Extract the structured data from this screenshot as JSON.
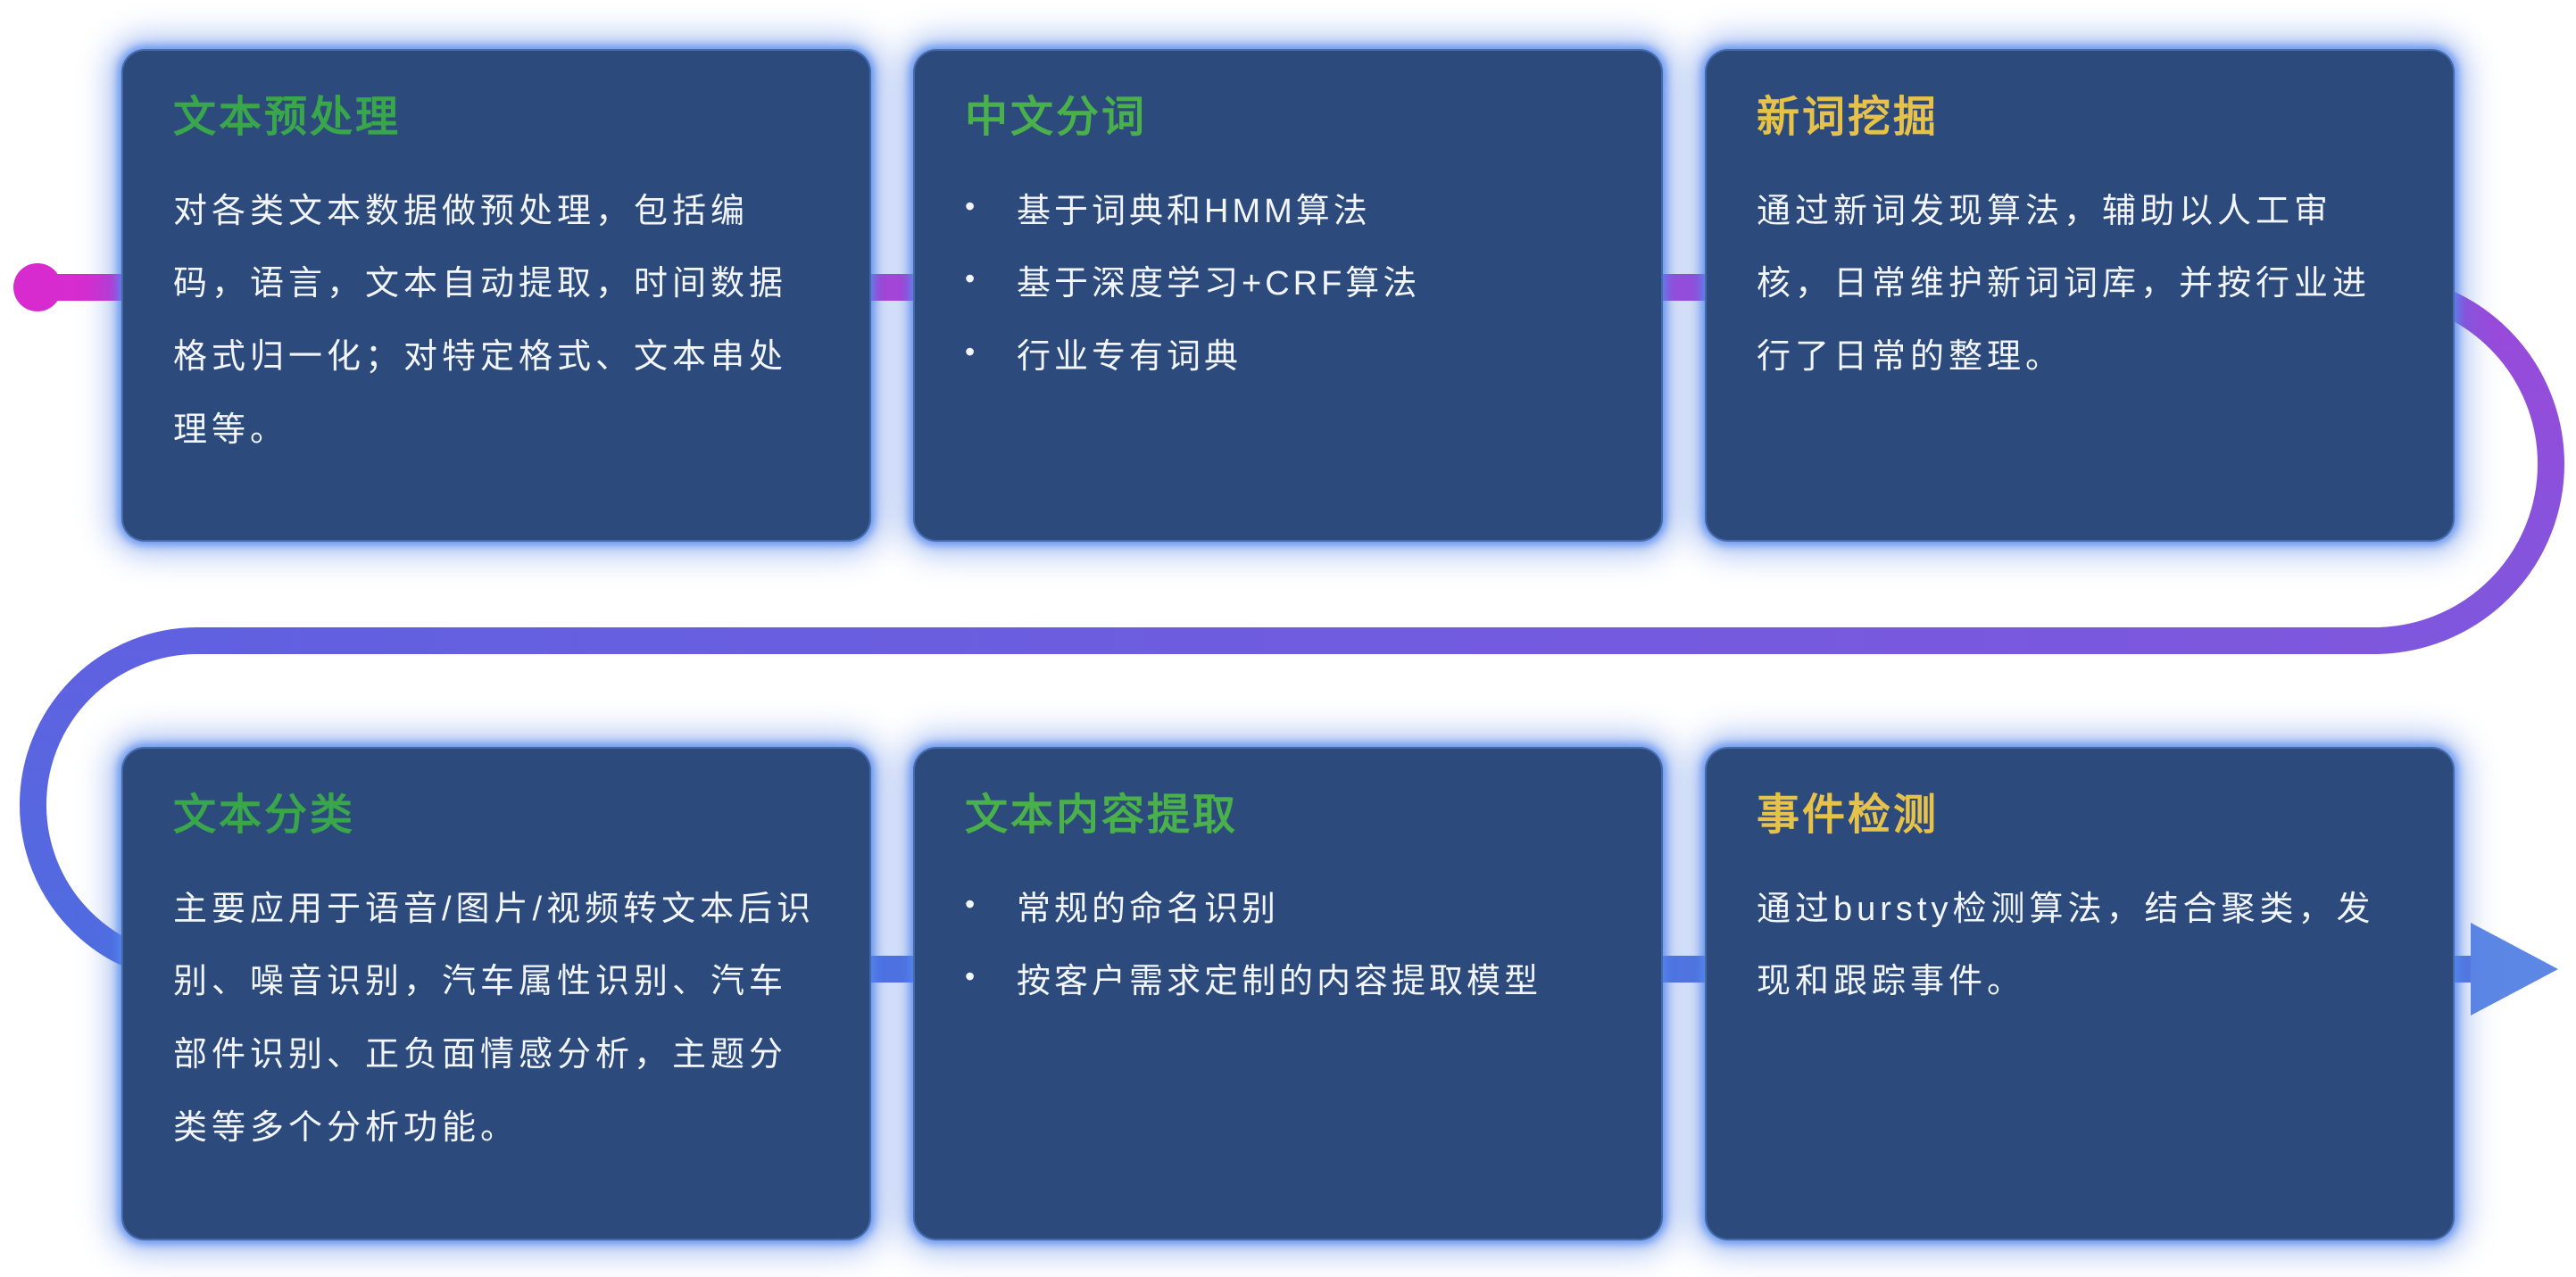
{
  "diagram": {
    "background": "#ffffff",
    "card_bg": "#2c4a7c",
    "glow_color": "#4a7ae0"
  },
  "connector": {
    "colors": [
      "#d72bd0",
      "#9c49da",
      "#7e57dd",
      "#6061e0",
      "#4f6ce0",
      "#5577e0",
      "#5d87e4"
    ]
  },
  "cards": [
    {
      "title": "文本预处理",
      "title_color": "#3aa64c",
      "body": "对各类文本数据做预处理，包括编码，语言，文本自动提取，时间数据格式归一化；对特定格式、文本串处理等。"
    },
    {
      "title": "中文分词",
      "title_color": "#49b04b",
      "bullets": [
        "基于词典和HMM算法",
        "基于深度学习+CRF算法",
        "行业专有词典"
      ]
    },
    {
      "title": "新词挖掘",
      "title_color": "#e7c24b",
      "body": "通过新词发现算法，辅助以人工审核，日常维护新词词库，并按行业进行了日常的整理。"
    },
    {
      "title": "文本分类",
      "title_color": "#3aa64c",
      "body": "主要应用于语音/图片/视频转文本后识别、噪音识别，汽车属性识别、汽车部件识别、正负面情感分析，主题分类等多个分析功能。"
    },
    {
      "title": "文本内容提取",
      "title_color": "#49b04b",
      "bullets": [
        "常规的命名识别",
        "按客户需求定制的内容提取模型"
      ]
    },
    {
      "title": "事件检测",
      "title_color": "#e7c24b",
      "body": "通过bursty检测算法，结合聚类，发现和跟踪事件。"
    }
  ]
}
